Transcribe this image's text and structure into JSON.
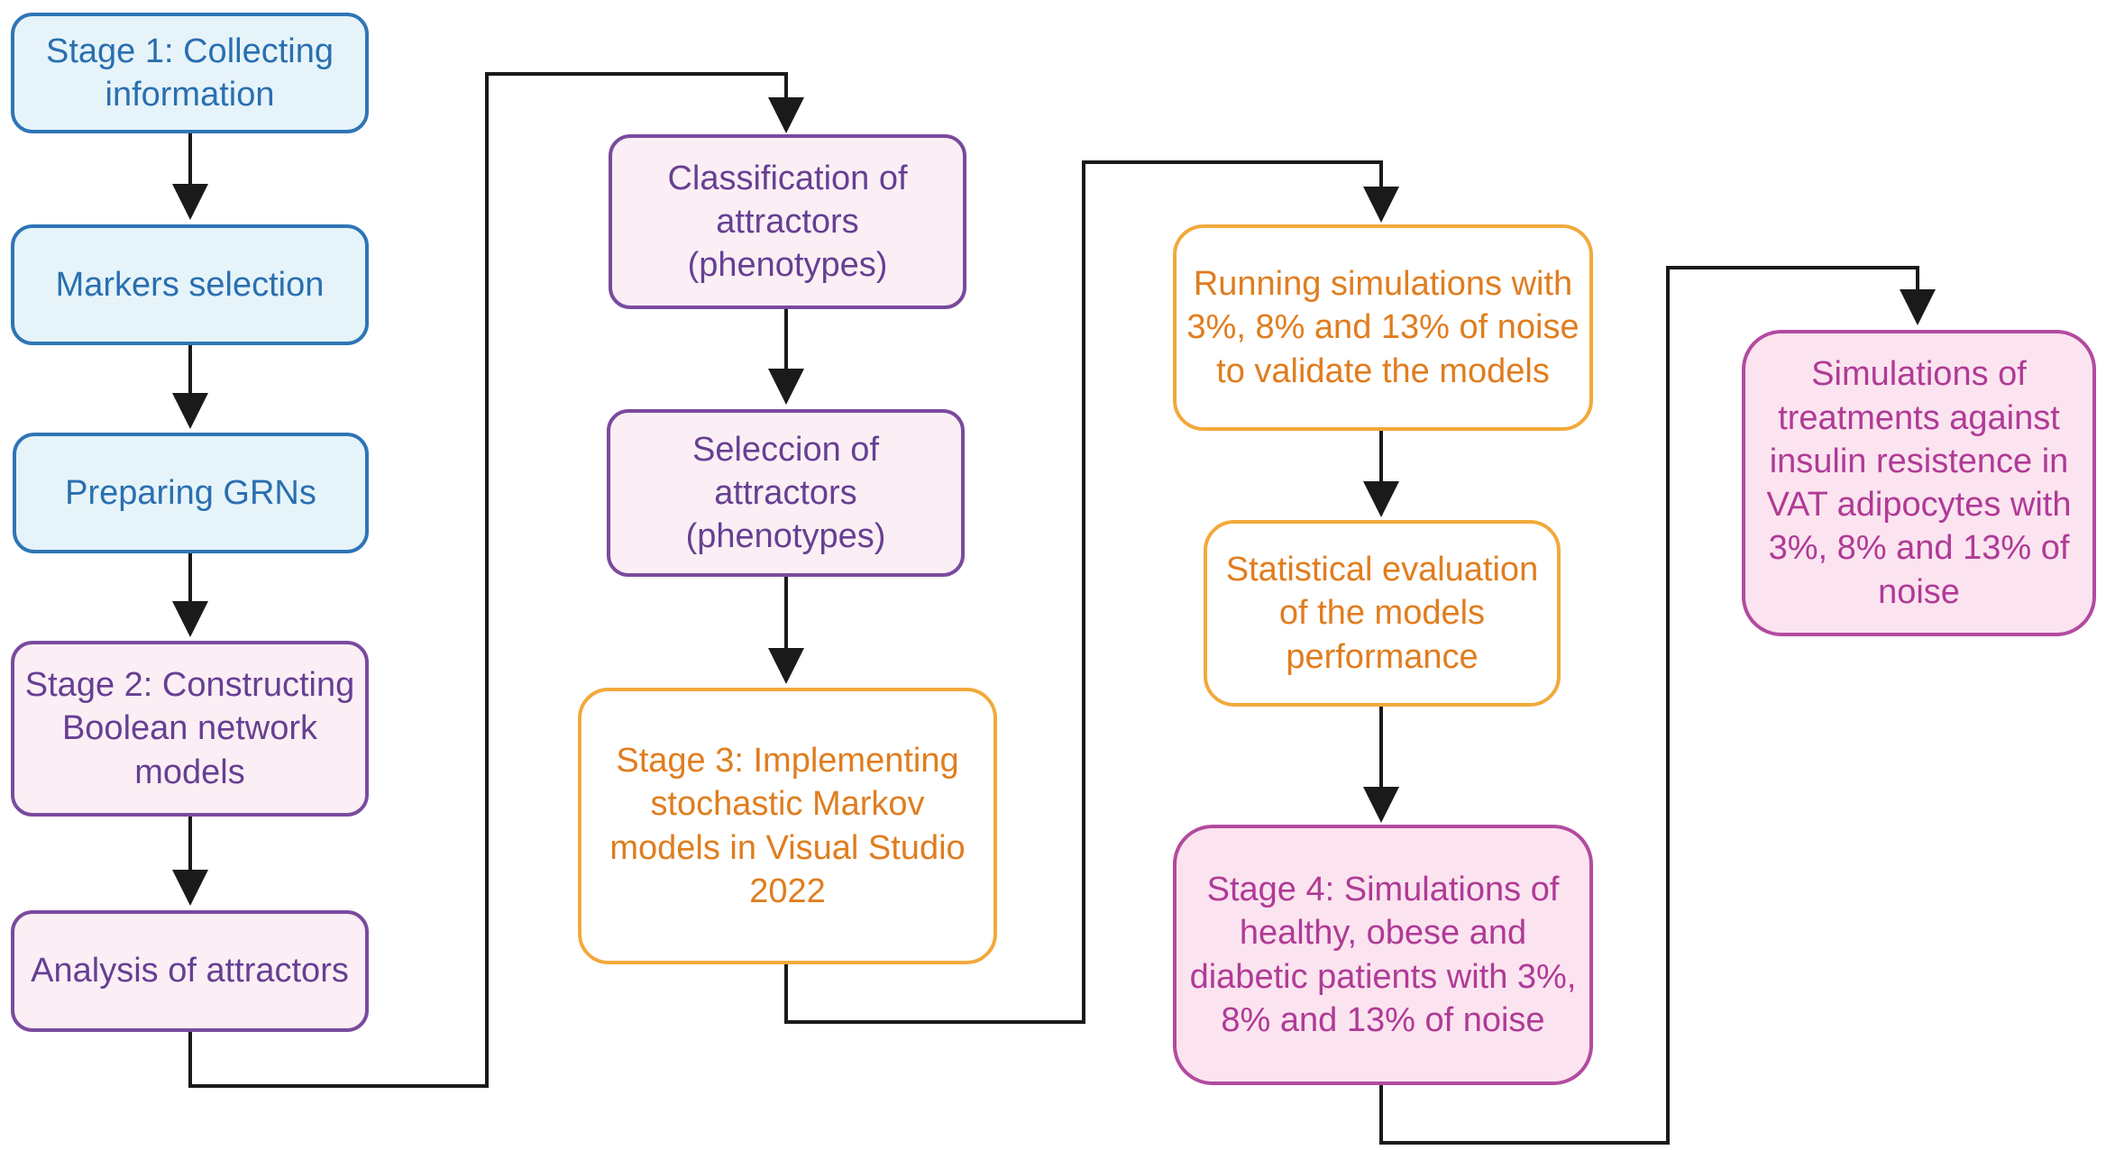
{
  "colors": {
    "blue_fill": "#e6f4fa",
    "blue_border": "#2e75b6",
    "blue_text": "#2a6fb0",
    "purple_fill": "#fbeff5",
    "purple_border": "#7a4a9e",
    "purple_text": "#673f93",
    "orange_border": "#f2a93b",
    "orange_text": "#e07d1f",
    "magenta_fill": "#fbe4ef",
    "magenta_border": "#b34aa0",
    "magenta_text": "#b03a97",
    "connector": "#1a1a1a"
  },
  "nodes": {
    "stage1": {
      "label": "Stage 1: Collecting\ninformation"
    },
    "markers": {
      "label": "Markers selection"
    },
    "grns": {
      "label": "Preparing GRNs"
    },
    "stage2": {
      "label": "Stage 2: Constructing\nBoolean network\nmodels"
    },
    "analysis": {
      "label": "Analysis of attractors"
    },
    "classification": {
      "label": "Classification of\nattractors\n(phenotypes)"
    },
    "selection": {
      "label": "Seleccion of\nattractors\n(phenotypes)"
    },
    "stage3": {
      "label": "Stage 3: Implementing\nstochastic Markov\nmodels in Visual Studio\n2022"
    },
    "running": {
      "label": "Running simulations with\n3%, 8% and 13% of noise\nto validate the models"
    },
    "statistical": {
      "label": "Statistical evaluation\nof the models\nperformance"
    },
    "stage4": {
      "label": "Stage 4: Simulations of\nhealthy, obese and\ndiabetic patients with 3%,\n8% and 13% of noise"
    },
    "treatments": {
      "label": "Simulations of\ntreatments against\ninsulin resistence in\nVAT adipocytes with\n3%, 8% and 13% of\nnoise"
    }
  }
}
